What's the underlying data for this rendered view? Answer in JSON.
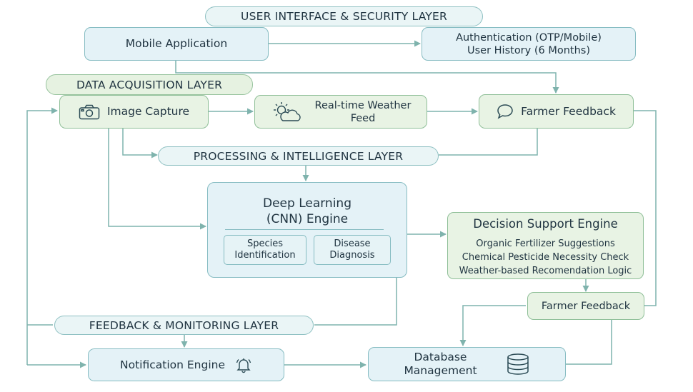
{
  "layers": {
    "ui_security": "USER INTERFACE & SECURITY LAYER",
    "data_acquisition": "DATA ACQUISITION LAYER",
    "processing": "PROCESSING & INTELLIGENCE LAYER",
    "feedback_monitoring": "FEEDBACK & MONITORING LAYER"
  },
  "nodes": {
    "mobile_app": "Mobile Application",
    "auth_line1": "Authentication (OTP/Mobile)",
    "auth_line2": "User History (6 Months)",
    "image_capture": "Image Capture",
    "weather_line1": "Real-time Weather",
    "weather_line2": "Feed",
    "farmer_feedback_top": "Farmer Feedback",
    "dl_line1": "Deep Learning",
    "dl_line2": "(CNN) Engine",
    "species_line1": "Species",
    "species_line2": "Identification",
    "disease_line1": "Disease",
    "disease_line2": "Diagnosis",
    "dse_title": "Decision Support Engine",
    "dse_item1": "Organic Fertilizer Suggestions",
    "dse_item2": "Chemical Pesticide Necessity Check",
    "dse_item3": "Weather-based Recomendation Logic",
    "farmer_feedback_mid": "Farmer Feedback",
    "notification_engine": "Notification Engine",
    "db_line1": "Database",
    "db_line2": "Management"
  },
  "icons": {
    "camera": "camera-icon",
    "weather": "sun-cloud-icon",
    "feedback": "speech-bubble-icon",
    "notification": "bell-icon",
    "database": "database-icon"
  },
  "colors": {
    "blue_fill": "#e4f2f7",
    "green_fill": "#e8f3e4",
    "border": "#86bcc2",
    "connector": "#7fb3ad"
  }
}
